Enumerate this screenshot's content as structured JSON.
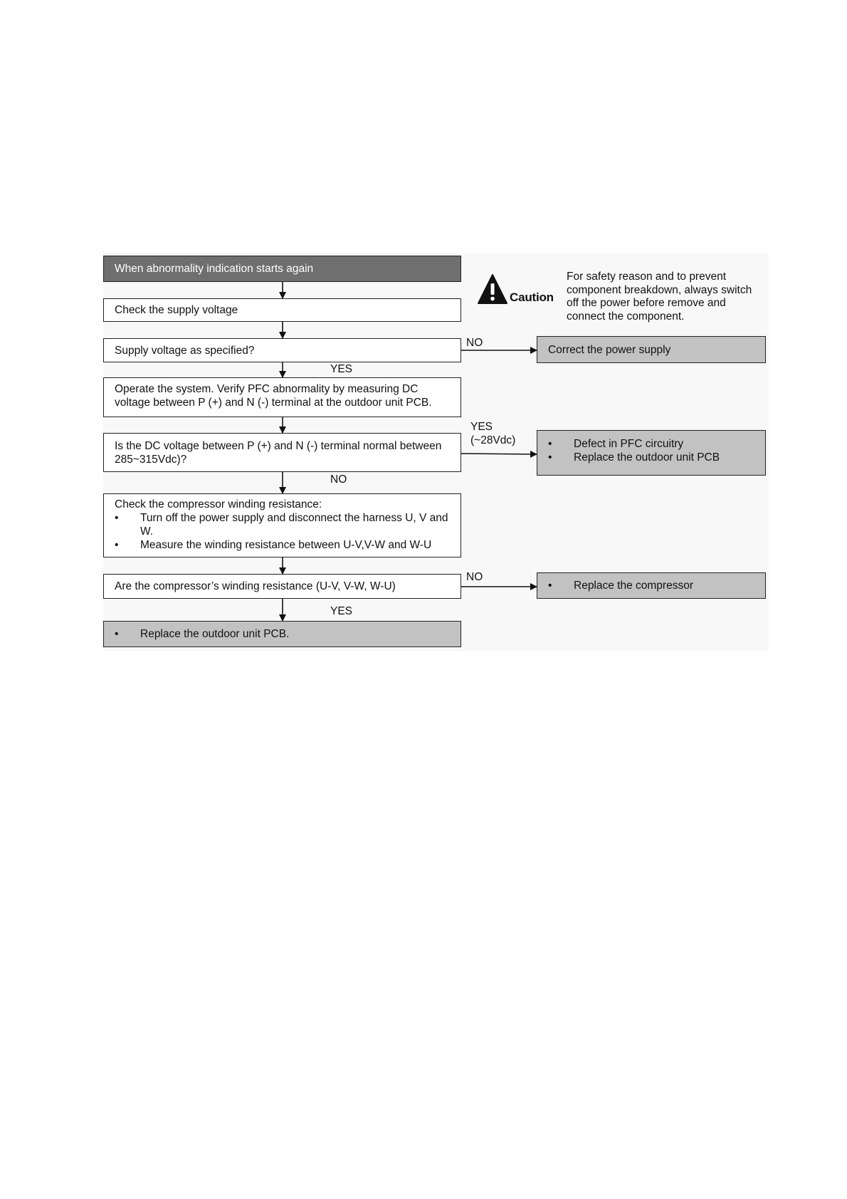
{
  "flowchart": {
    "start": "When abnormality indication starts again",
    "check_supply": "Check the supply voltage",
    "supply_question": "Supply voltage as specified?",
    "operate_step": "Operate the system. Verify PFC abnormality by measuring DC voltage between P (+) and N (-) terminal at the outdoor unit PCB.",
    "dc_question": "Is the DC voltage between P (+) and N (-) terminal normal between 285~315Vdc)?",
    "winding_check": {
      "heading": "Check the compressor winding resistance:",
      "bullets": [
        "Turn off the power supply and disconnect the harness U, V and W.",
        "Measure the winding resistance between U-V,V-W and W-U"
      ]
    },
    "winding_question": "Are the compressor’s winding resistance (U-V, V-W, W-U)",
    "final_action": "Replace the outdoor unit PCB.",
    "correct_power": "Correct the power supply",
    "pfc_defect": [
      "Defect in PFC circuitry",
      "Replace the outdoor unit PCB"
    ],
    "replace_compressor": "Replace the compressor",
    "labels": {
      "no_supply": "NO",
      "yes_supply": "YES",
      "yes_dc": "YES\n(~28Vdc)",
      "no_dc": "NO",
      "no_winding": "NO",
      "yes_winding": "YES"
    }
  },
  "caution": {
    "icon": "warning-triangle-icon",
    "label": "Caution",
    "text": "For safety reason and to prevent component breakdown, always switch off the power before remove and connect the component."
  }
}
